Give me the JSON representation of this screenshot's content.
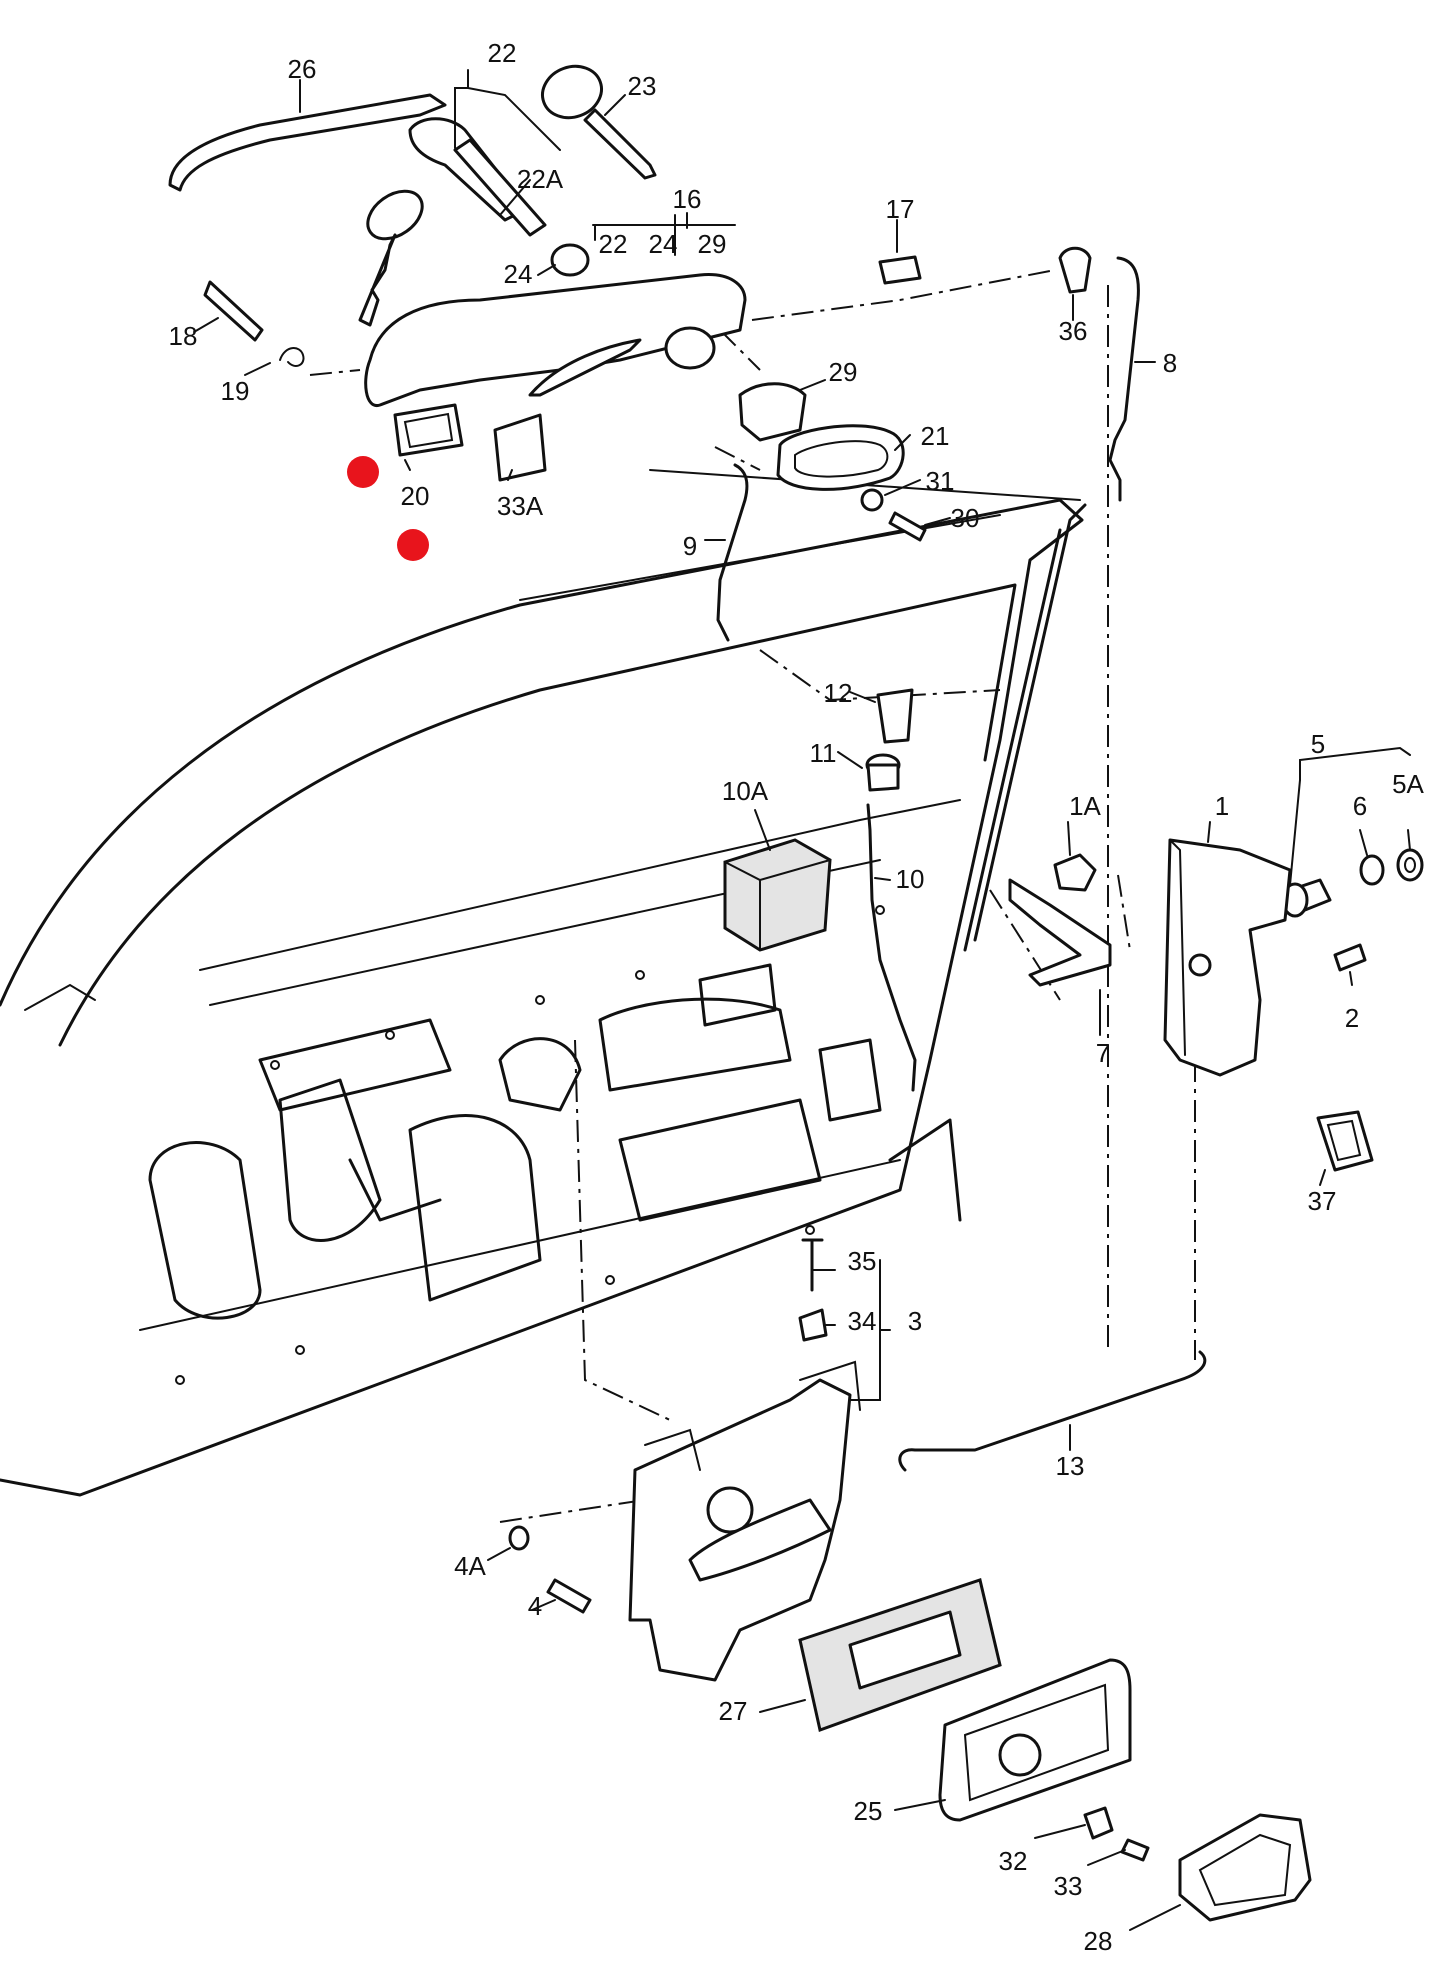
{
  "diagram": {
    "callouts": [
      {
        "id": "c26",
        "text": "26"
      },
      {
        "id": "c22top",
        "text": "22"
      },
      {
        "id": "c23",
        "text": "23"
      },
      {
        "id": "c22A",
        "text": "22A"
      },
      {
        "id": "c16",
        "text": "16"
      },
      {
        "id": "c22mid",
        "text": "22"
      },
      {
        "id": "c24mid",
        "text": "24"
      },
      {
        "id": "c29mid",
        "text": "29"
      },
      {
        "id": "c24",
        "text": "24"
      },
      {
        "id": "c17",
        "text": "17"
      },
      {
        "id": "c18",
        "text": "18"
      },
      {
        "id": "c36",
        "text": "36"
      },
      {
        "id": "c8",
        "text": "8"
      },
      {
        "id": "c19",
        "text": "19"
      },
      {
        "id": "c29",
        "text": "29"
      },
      {
        "id": "c21",
        "text": "21"
      },
      {
        "id": "c20",
        "text": "20"
      },
      {
        "id": "c33A",
        "text": "33A"
      },
      {
        "id": "c31",
        "text": "31"
      },
      {
        "id": "c30",
        "text": "30"
      },
      {
        "id": "c9",
        "text": "9"
      },
      {
        "id": "c12",
        "text": "12"
      },
      {
        "id": "c11",
        "text": "11"
      },
      {
        "id": "c10A",
        "text": "10A"
      },
      {
        "id": "c10",
        "text": "10"
      },
      {
        "id": "c5",
        "text": "5"
      },
      {
        "id": "c6",
        "text": "6"
      },
      {
        "id": "c5A",
        "text": "5A"
      },
      {
        "id": "c1A",
        "text": "1A"
      },
      {
        "id": "c1",
        "text": "1"
      },
      {
        "id": "c2",
        "text": "2"
      },
      {
        "id": "c7",
        "text": "7"
      },
      {
        "id": "c37",
        "text": "37"
      },
      {
        "id": "c35",
        "text": "35"
      },
      {
        "id": "c34",
        "text": "34"
      },
      {
        "id": "c3",
        "text": "3"
      },
      {
        "id": "c13",
        "text": "13"
      },
      {
        "id": "c4A",
        "text": "4A"
      },
      {
        "id": "c4",
        "text": "4"
      },
      {
        "id": "c27",
        "text": "27"
      },
      {
        "id": "c25",
        "text": "25"
      },
      {
        "id": "c32",
        "text": "32"
      },
      {
        "id": "c33",
        "text": "33"
      },
      {
        "id": "c28",
        "text": "28"
      }
    ],
    "colors": {
      "ink": "#111111",
      "paper": "#ffffff",
      "marker": "#e8141c"
    }
  }
}
